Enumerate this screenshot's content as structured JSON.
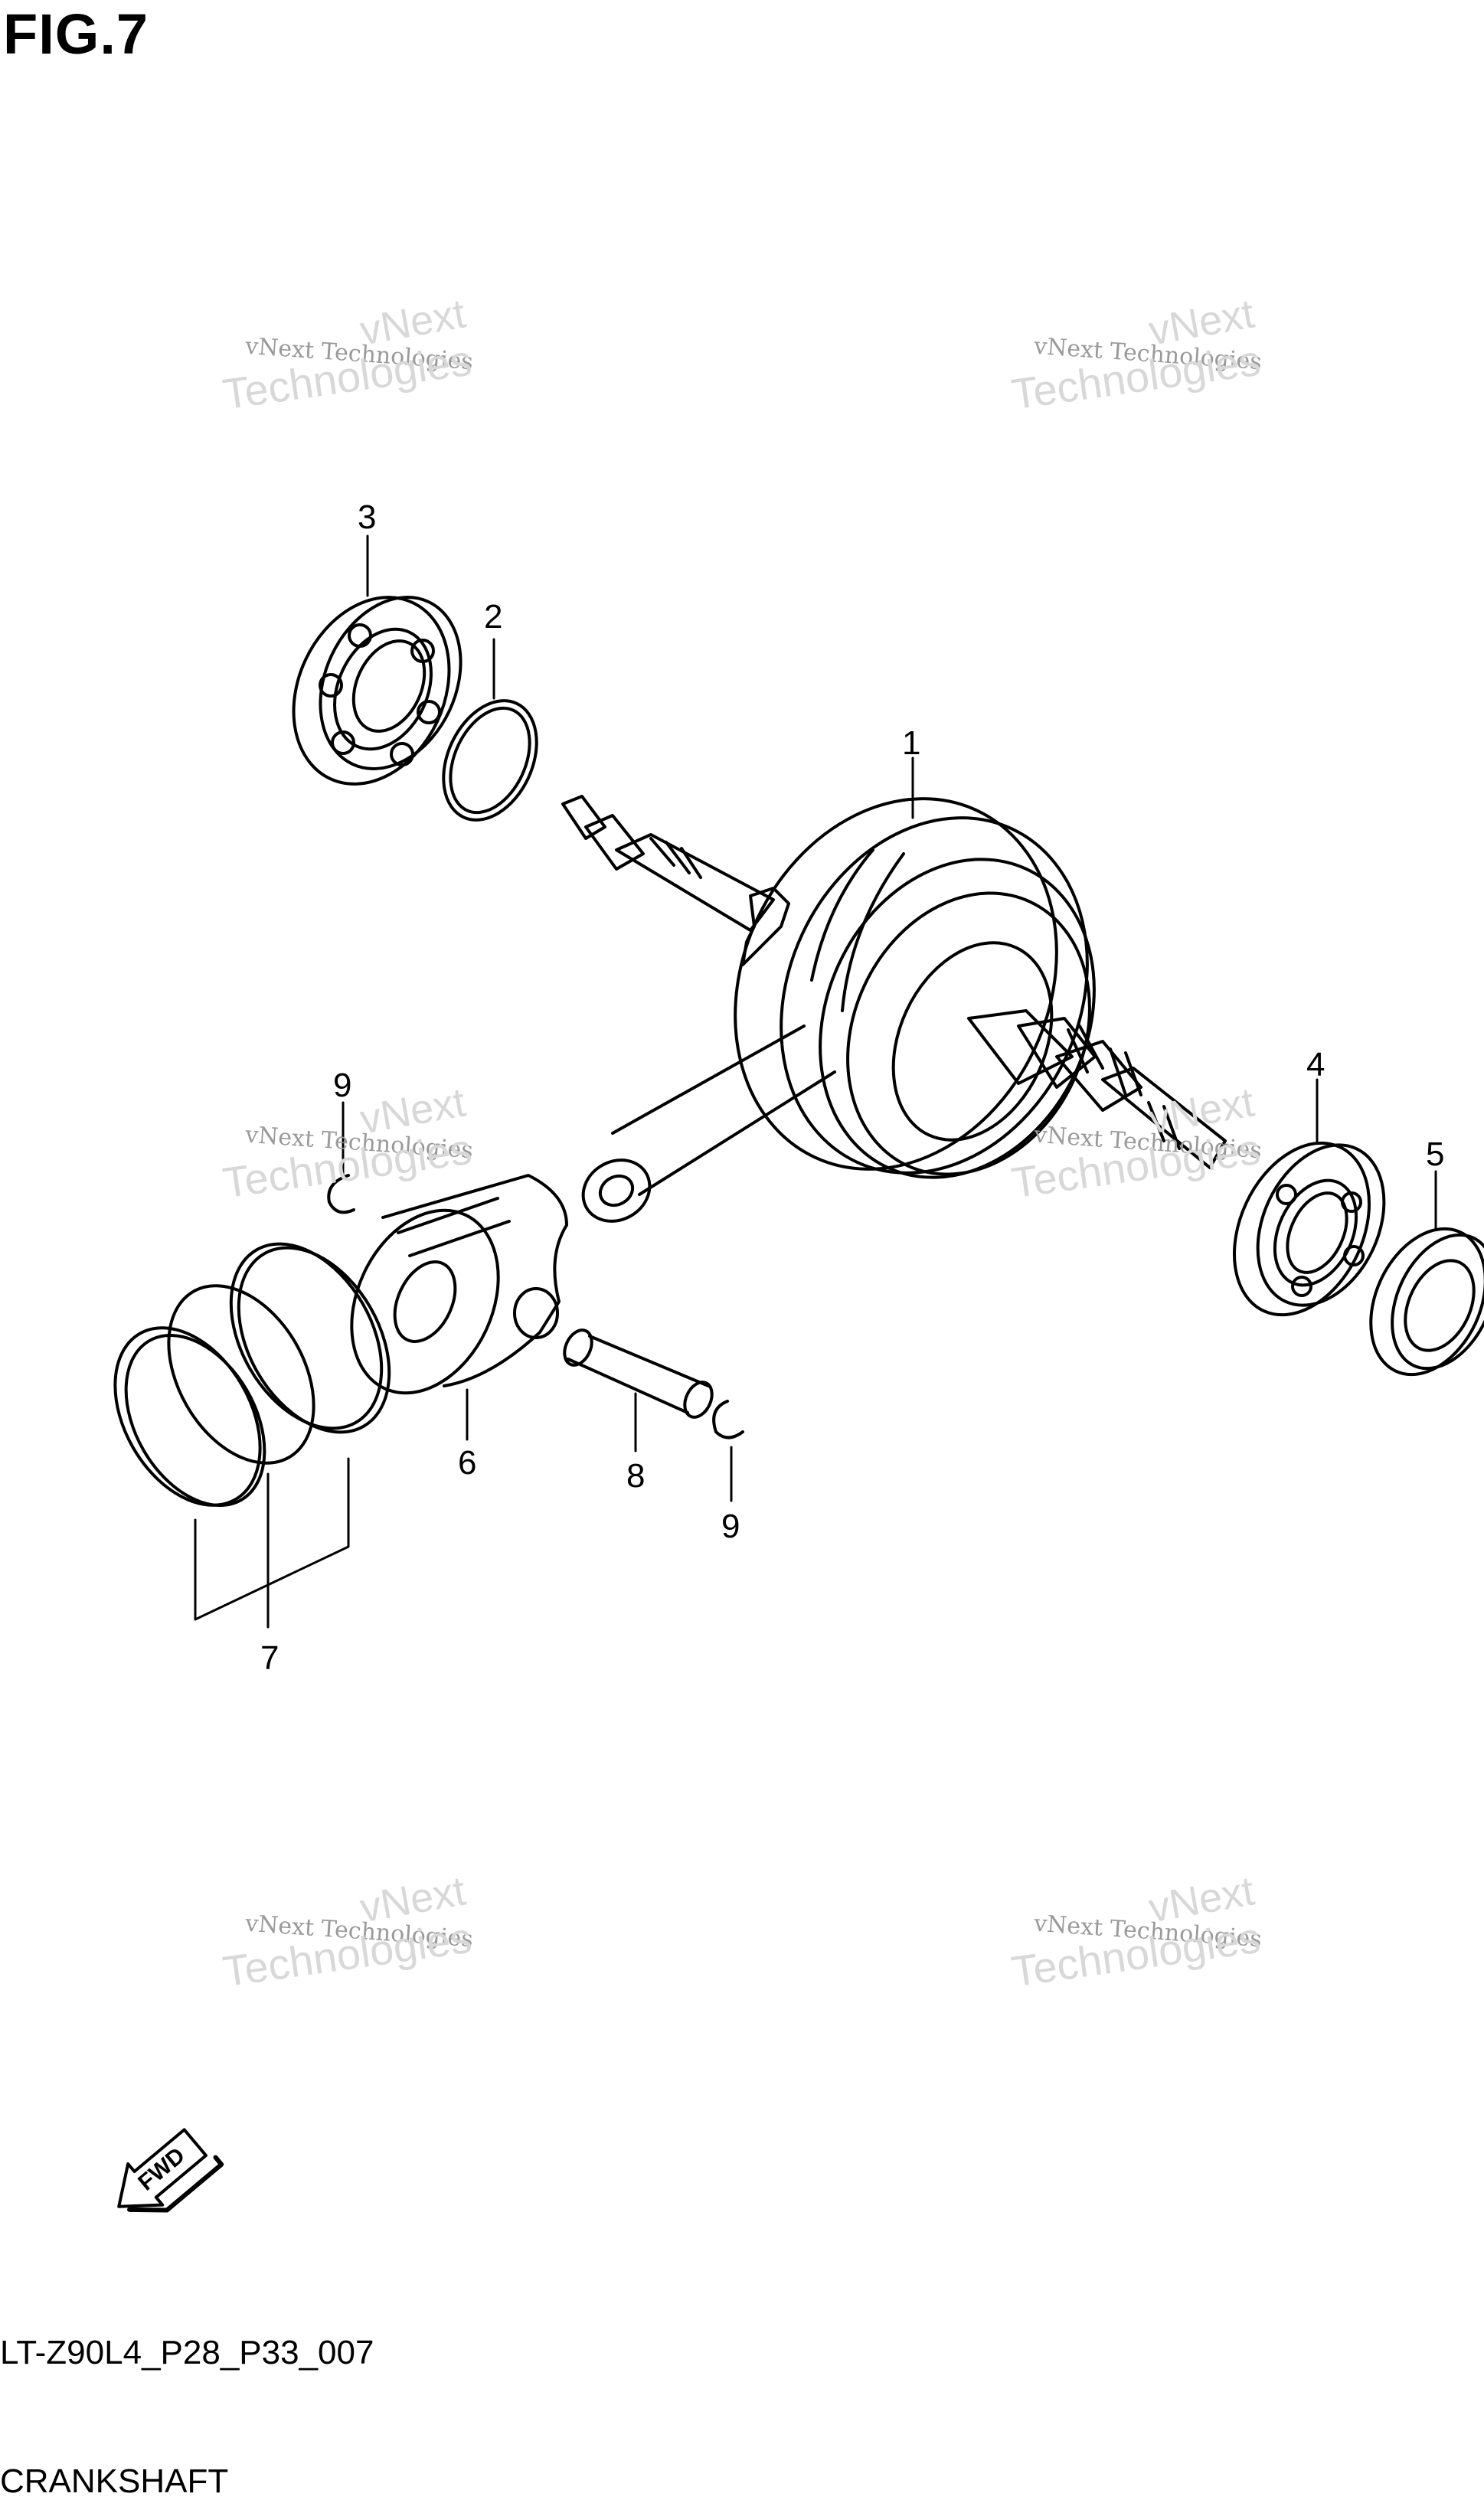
{
  "figure": {
    "title": "FIG.7"
  },
  "callouts": [
    "1",
    "2",
    "3",
    "4",
    "5",
    "6",
    "7",
    "8",
    "9",
    "9"
  ],
  "arrow": {
    "label": "FWD"
  },
  "watermark": {
    "line1": "vNext",
    "line2": "vNext Technologies",
    "line3": "Technologies"
  },
  "footer": {
    "code": "LT-Z90L4_P28_P33_007",
    "name": "CRANKSHAFT"
  },
  "colors": {
    "line": "#000000",
    "background": "#ffffff",
    "watermark": "#bdbdbd"
  }
}
